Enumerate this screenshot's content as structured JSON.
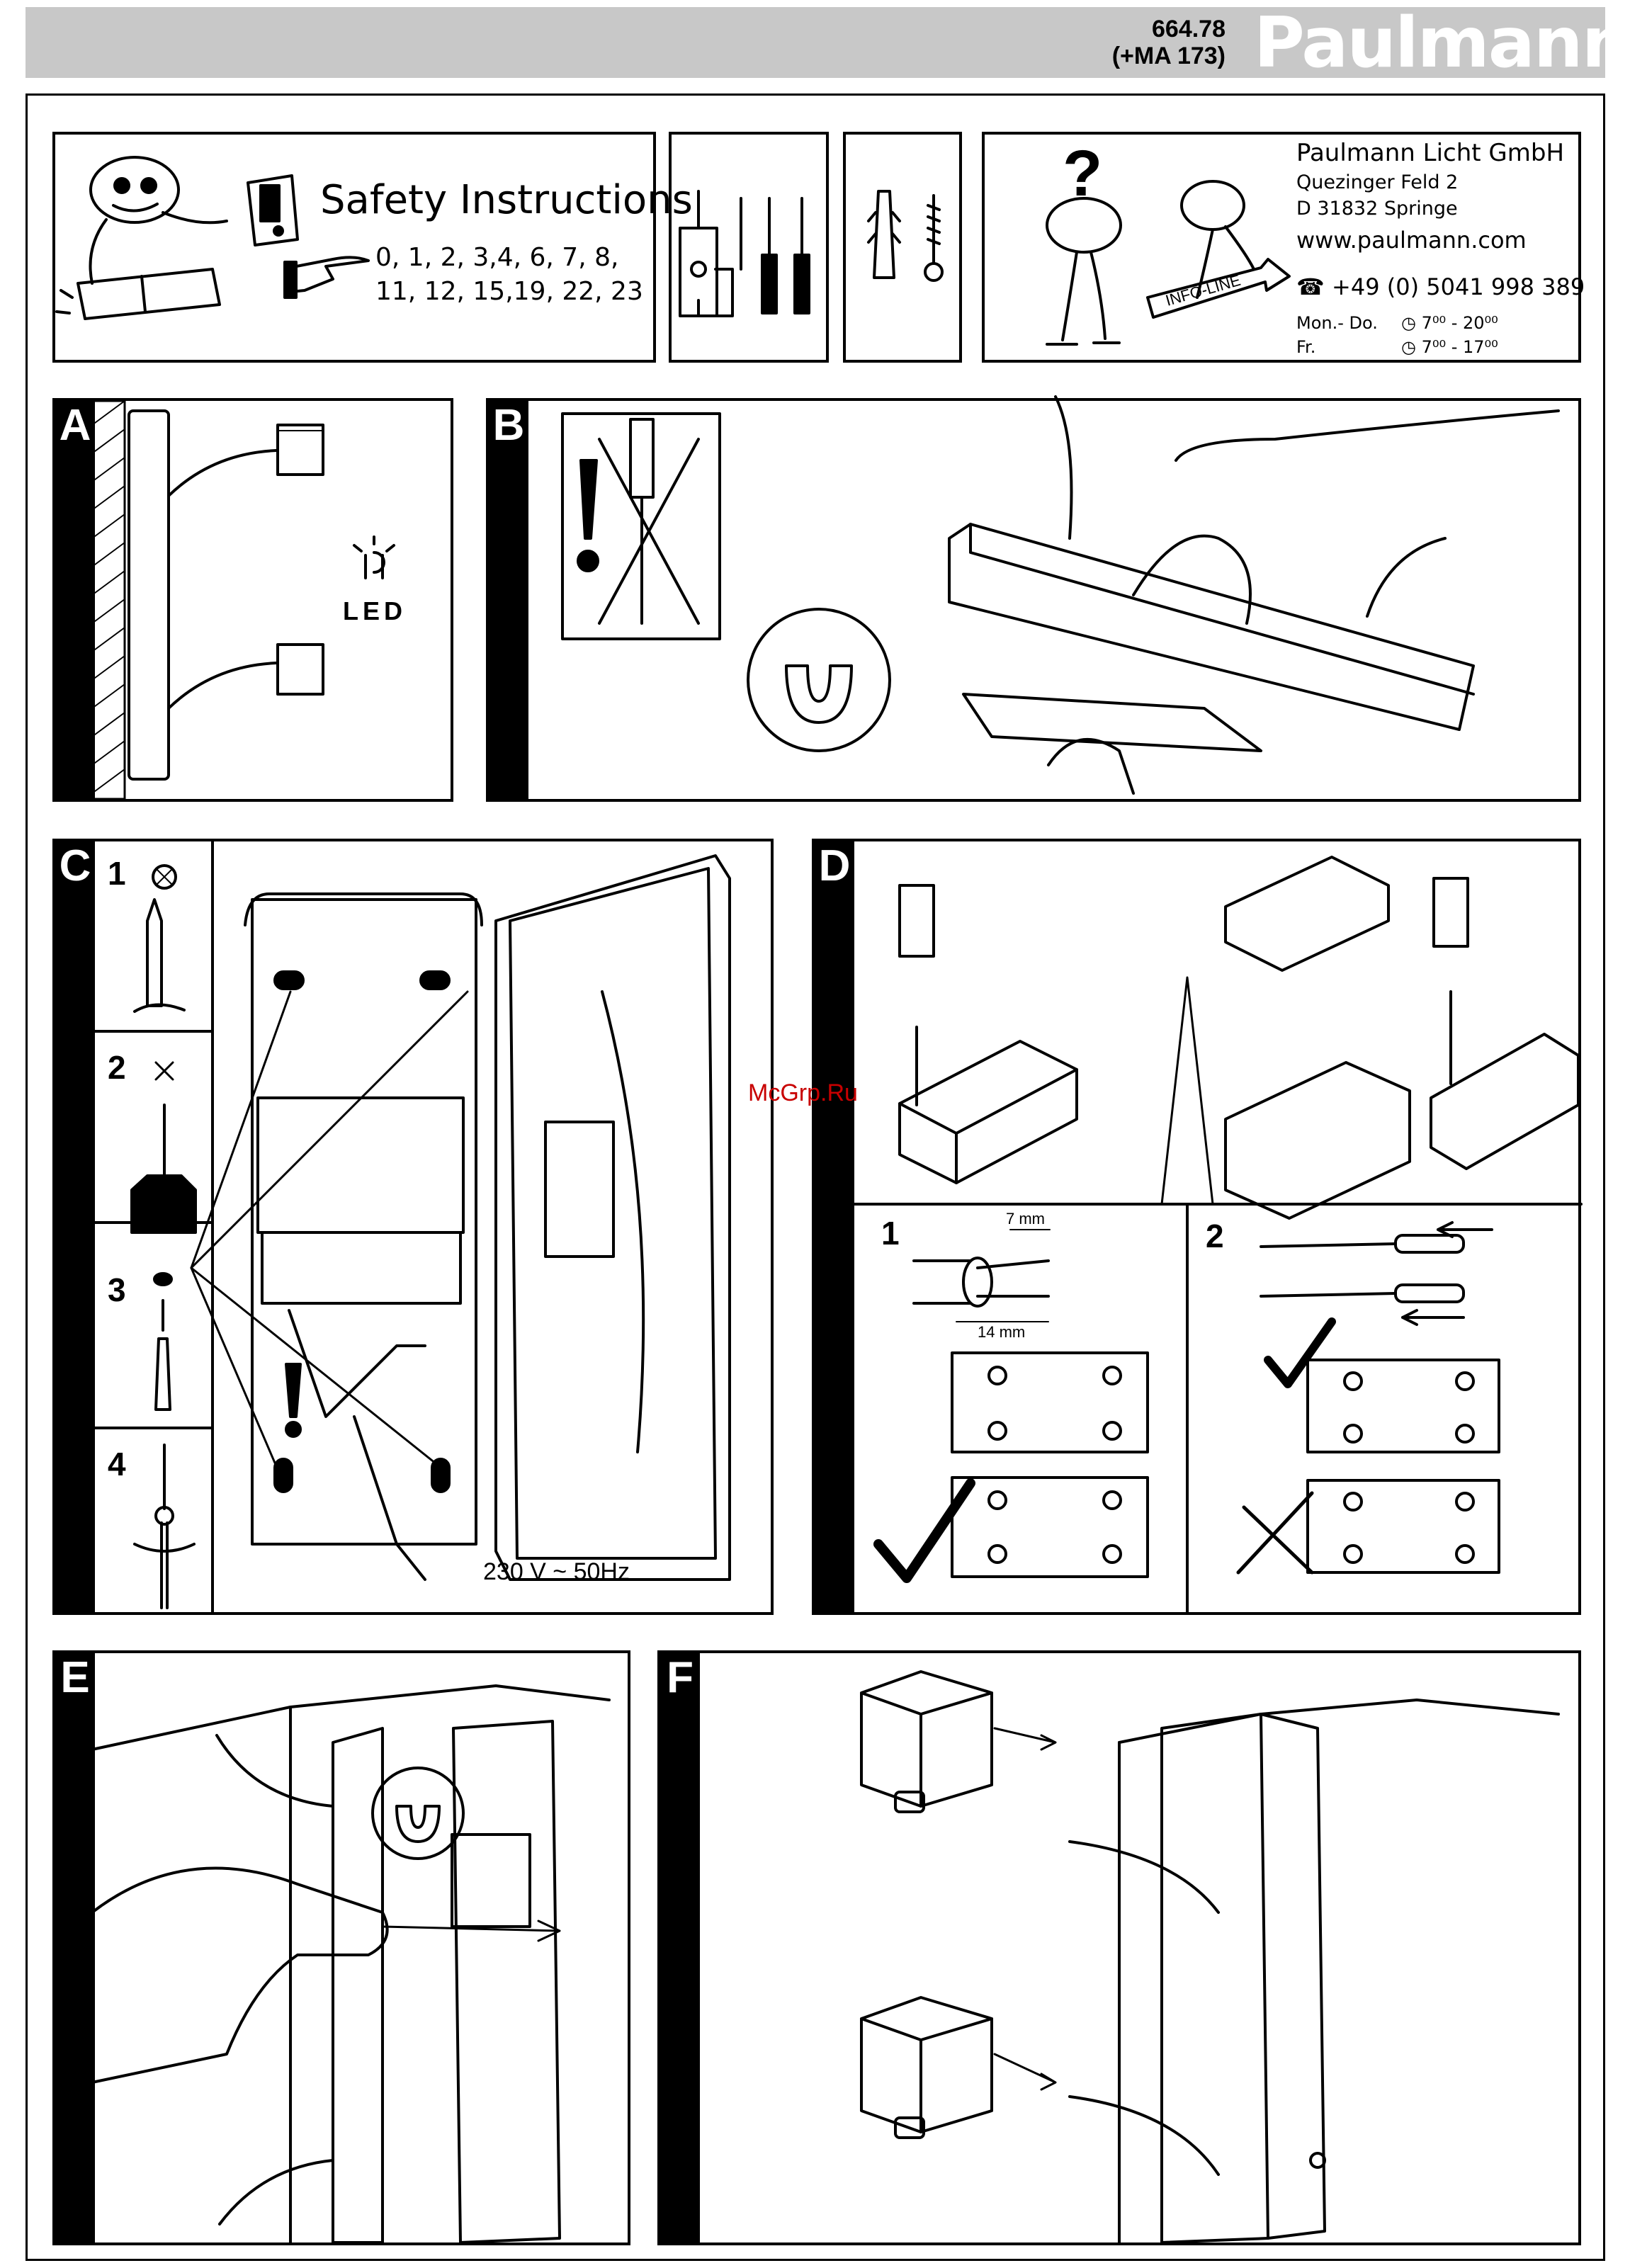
{
  "header": {
    "model_number": "664.78",
    "model_extra": "(+MA 173)",
    "brand": "Paulmann"
  },
  "safety": {
    "title": "Safety Instructions",
    "numbers": "0, 1, 2, 3,4, 6, 7, 8, 11, 12, 15,19, 22, 23"
  },
  "contact": {
    "company": "Paulmann Licht GmbH",
    "street": "Quezinger Feld 2",
    "city": "D 31832 Springe",
    "web": "www.paulmann.com",
    "info_line": "INFO-LINE",
    "phone": "+49 (0) 5041 998 389",
    "days_1": "Mon.- Do.",
    "hours_1": "7⁰⁰ - 20⁰⁰",
    "days_2": "Fr.",
    "hours_2": "7⁰⁰ - 17⁰⁰"
  },
  "panels": {
    "a": "A",
    "b": "B",
    "c": "C",
    "d": "D",
    "e": "E",
    "f": "F"
  },
  "panel_a": {
    "led_label": "LED"
  },
  "panel_c": {
    "step1": "1",
    "step2": "2",
    "step3": "3",
    "step4": "4",
    "voltage": "230 V ~ 50Hz"
  },
  "panel_d": {
    "step1": "1",
    "step2": "2",
    "strip_short": "7 mm",
    "strip_long": "14 mm"
  },
  "watermark": "McGrp.Ru"
}
